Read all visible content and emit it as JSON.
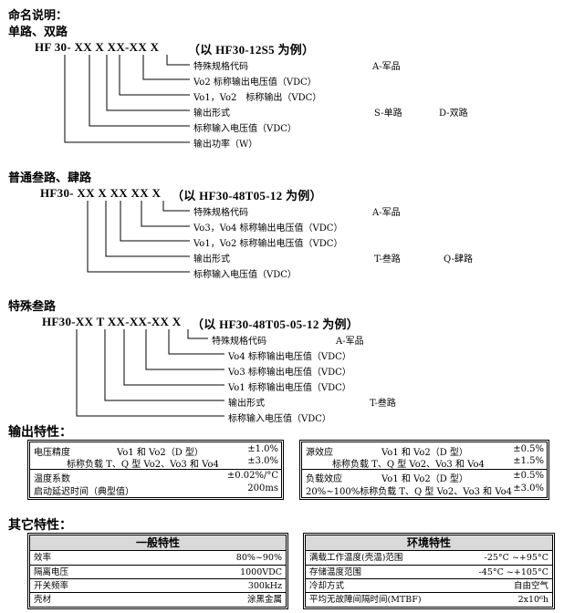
{
  "title": "命名说明：",
  "sec1": {
    "heading": "单路、双路",
    "code": "HF 30- XX X XX-XX X",
    "example": "（以 HF30-12S5 为例）",
    "labels": [
      "特殊规格代码",
      "Vo2 标称输出电压值（VDC）",
      "Vo1，Vo2　标称输出（VDC）",
      "输出形式",
      "标称输入电压值（VDC）",
      "输出功率（W）"
    ],
    "notes": {
      "a": "A-军品",
      "s": "S-单路",
      "d": "D-双路"
    }
  },
  "sec2": {
    "heading": "普通叁路、肆路",
    "code": "HF30- XX X XX XX X",
    "example": "（以 HF30-48T05-12 为例）",
    "labels": [
      "特殊规格代码",
      "Vo3，Vo4 标称输出电压值（VDC）",
      "Vo1，Vo2 标称输出电压值（VDC）",
      "输出形式",
      "标称输入电压值（VDC）"
    ],
    "notes": {
      "a": "A-军品",
      "t": "T-叁路",
      "q": "Q-肆路"
    }
  },
  "sec3": {
    "heading": "特殊叁路",
    "code": "HF30-XX T XX-XX-XX X",
    "example": "（以 HF30-48T05-05-12 为例）",
    "labels": [
      "特殊规格代码",
      "Vo4 标称输出电压值（VDC）",
      "Vo3 标称输出电压值（VDC）",
      "Vo1 标称输出电压值（VDC）",
      "输出形式",
      "标称输入电压值（VDC）"
    ],
    "notes": {
      "a": "A-军品",
      "t": "T-叁路"
    }
  },
  "output": {
    "heading": "输出特性：",
    "left": [
      [
        "电压精度",
        "Vo1 和 Vo2（D 型）",
        "±1.0%"
      ],
      [
        "",
        "标称负载  T、Q 型 Vo2、Vo3 和 Vo4",
        "±3.0%"
      ],
      [
        "温度系数",
        "",
        "±0.02%/°C"
      ],
      [
        "启动延迟时间（典型值）",
        "",
        "200ms"
      ]
    ],
    "right": [
      [
        "源效应",
        "Vo1 和 Vo2（D 型）",
        "±0.5%"
      ],
      [
        "",
        "标称负载  T、Q 型 Vo2、Vo3 和 Vo4",
        "±1.5%"
      ],
      [
        "负载效应",
        "Vo1 和 Vo2（D 型）",
        "±0.5%"
      ],
      [
        "20%~100%标称负载  T、Q 型 Vo2、Vo3 和 Vo4",
        "",
        "±3.0%"
      ]
    ]
  },
  "other": {
    "heading": "其它特性：",
    "general": {
      "title": "一般特性",
      "rows": [
        [
          "效率",
          "80%~90%"
        ],
        [
          "隔离电压",
          "1000VDC"
        ],
        [
          "开关频率",
          "300kHz"
        ],
        [
          "壳材",
          "涂黑金属"
        ]
      ]
    },
    "env": {
      "title": "环境特性",
      "rows": [
        [
          "满载工作温度(壳温)范围",
          "-25°C ~+95°C"
        ],
        [
          "存储温度范围",
          "-45°C ~+105°C"
        ],
        [
          "冷却方式",
          "自由空气"
        ],
        [
          "平均无故障间隔时间(MTBF)",
          "2x10⁶h"
        ]
      ]
    }
  }
}
